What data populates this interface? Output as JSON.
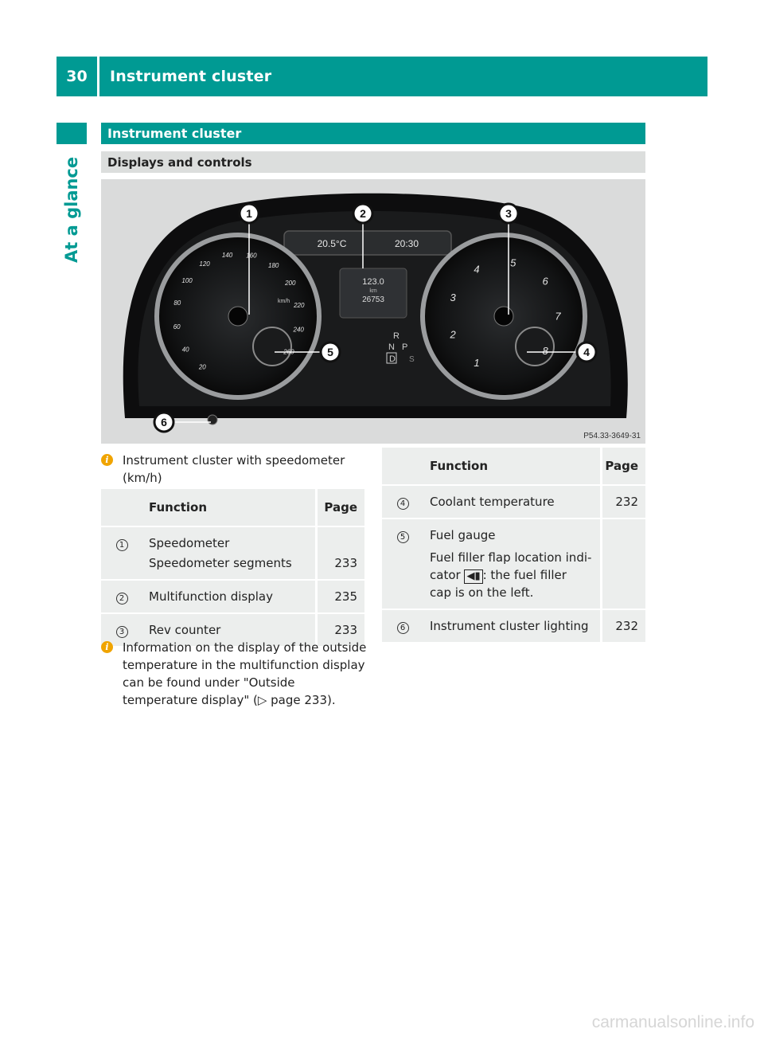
{
  "header": {
    "page_number": "30",
    "title": "Instrument cluster"
  },
  "sidebar": {
    "label": "At a glance"
  },
  "section": {
    "title": "Instrument cluster",
    "subtitle": "Displays and controls"
  },
  "figure": {
    "code": "P54.33-3649-31",
    "callouts": [
      "1",
      "2",
      "3",
      "4",
      "5",
      "6"
    ],
    "temp_display": "20.5°C",
    "time_display": "20:30",
    "trip_display": "123.0",
    "trip_unit": "km",
    "odometer_display": "26753",
    "speed_ticks": [
      "20",
      "40",
      "60",
      "80",
      "100",
      "120",
      "140",
      "160",
      "180",
      "200",
      "220",
      "240",
      "260"
    ],
    "speed_unit": "km/h",
    "rpm_ticks": [
      "1",
      "2",
      "3",
      "4",
      "5",
      "6",
      "7",
      "8"
    ],
    "gears": [
      "R",
      "N",
      "P",
      "D",
      "S"
    ]
  },
  "note1": {
    "text": "Instrument cluster with speedometer (km/h)"
  },
  "table_left": {
    "headers": {
      "function": "Function",
      "page": "Page"
    },
    "rows": [
      {
        "num": "1",
        "func_a": "Speedometer",
        "func_b": "Speedometer segments",
        "page": "233"
      },
      {
        "num": "2",
        "func_a": "Multifunction display",
        "page": "235"
      },
      {
        "num": "3",
        "func_a": "Rev counter",
        "page": "233"
      }
    ]
  },
  "note2": {
    "text": "Information on the display of the outside temperature in the multifunction display can be found under \"Outside temperature display\" (▷ page 233)."
  },
  "table_right": {
    "headers": {
      "function": "Function",
      "page": "Page"
    },
    "rows": [
      {
        "num": "4",
        "func_a": "Coolant temperature",
        "page": "232"
      },
      {
        "num": "5",
        "func_a": "Fuel gauge",
        "func_b1": "Fuel filler flap location indi-",
        "func_b2": "cator",
        "func_b3": ": the fuel filler",
        "func_b4": "cap is on the left.",
        "page": ""
      },
      {
        "num": "6",
        "func_a": "Instrument cluster lighting",
        "page": "232"
      }
    ]
  },
  "icons": {
    "info": "info-icon",
    "fuel": "fuel-pump-icon"
  },
  "colors": {
    "accent": "#009a93",
    "subhead": "#dcdedd",
    "table": "#eceeed",
    "info": "#f0a400"
  },
  "watermark": "carmanualsonline.info"
}
